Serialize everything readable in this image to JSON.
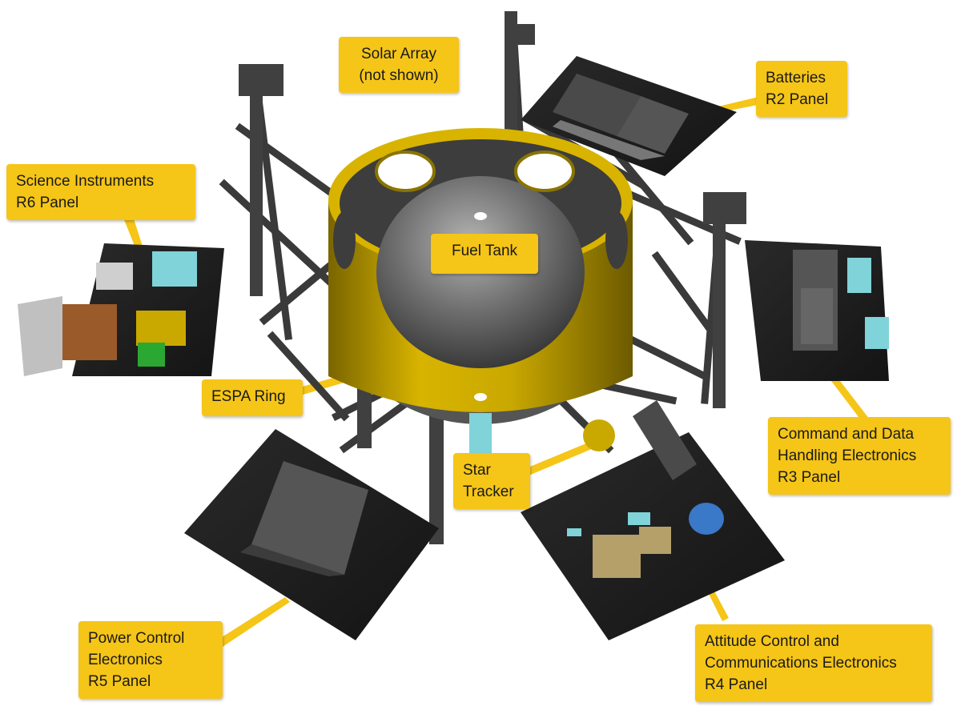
{
  "diagram": {
    "labels": {
      "solar_array": [
        "Solar Array",
        "(not shown)"
      ],
      "batteries": [
        "Batteries",
        "R2 Panel"
      ],
      "science": [
        "Science Instruments",
        "R6 Panel"
      ],
      "fuel_tank": [
        "Fuel Tank"
      ],
      "espa_ring": [
        "ESPA Ring"
      ],
      "star_tracker": [
        "Star",
        "Tracker"
      ],
      "command": [
        "Command and Data",
        "Handling Electronics",
        "R3 Panel"
      ],
      "power": [
        "Power Control",
        "Electronics",
        "R5 Panel"
      ],
      "attitude": [
        "Attitude Control and",
        "Communications Electronics",
        "R4 Panel"
      ]
    },
    "colors": {
      "callout": "#f5c518",
      "ring": "#c9a800",
      "panel": "#1c1c1c",
      "tank": "#6e6e6e",
      "strut": "#3a3a3a",
      "cyan_component": "#7fd3d9",
      "tan_component": "#b5a06a",
      "copper_component": "#9a5a2a",
      "green_component": "#2aa832"
    }
  }
}
